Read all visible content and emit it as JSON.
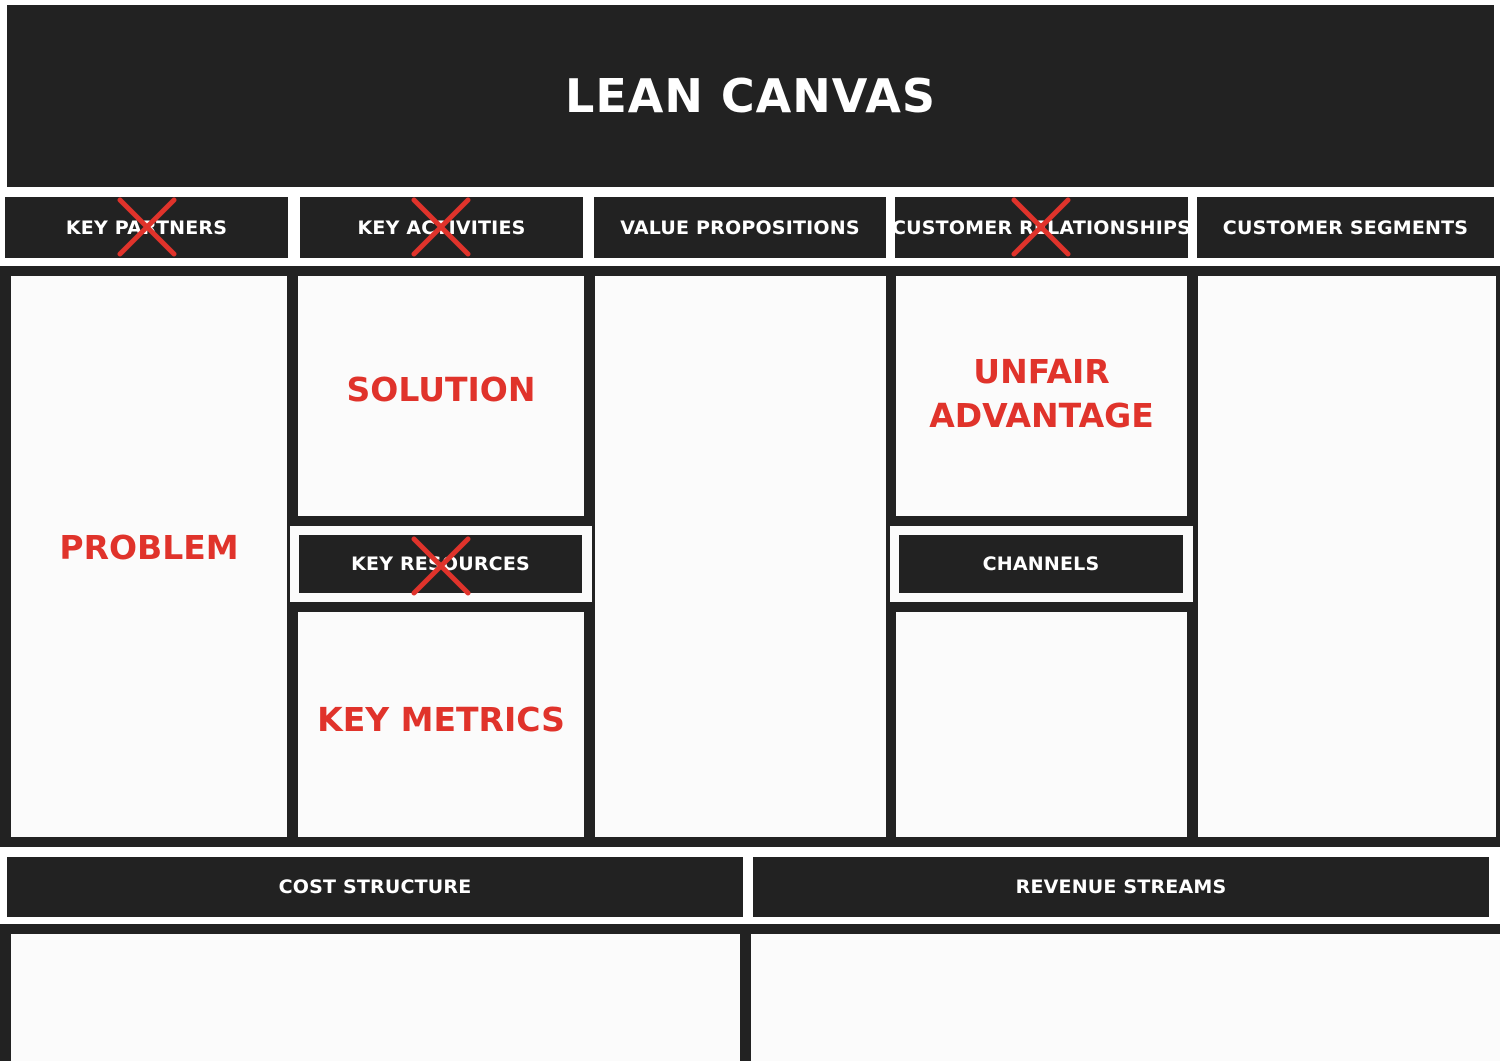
{
  "title": "LEAN CANVAS",
  "headers": {
    "key_partners": "KEY PARTNERS",
    "key_activities": "KEY ACTIVITIES",
    "value_propositions": "VALUE PROPOSITIONS",
    "customer_relationships": "CUSTOMER RELATIONSHIPS",
    "customer_segments": "CUSTOMER SEGMENTS",
    "key_resources": "KEY RESOURCES",
    "channels": "CHANNELS",
    "cost_structure": "COST STRUCTURE",
    "revenue_streams": "REVENUE STREAMS"
  },
  "replacements": {
    "problem": "PROBLEM",
    "solution": "SOLUTION",
    "unfair_advantage_line1": "UNFAIR",
    "unfair_advantage_line2": "ADVANTAGE",
    "key_metrics": "KEY METRICS"
  },
  "colors": {
    "dark": "#222222",
    "accent_red": "#e0332b",
    "cell": "#fbfbfb"
  },
  "crossed_out": [
    "KEY PARTNERS",
    "KEY ACTIVITIES",
    "CUSTOMER RELATIONSHIPS",
    "KEY RESOURCES"
  ]
}
